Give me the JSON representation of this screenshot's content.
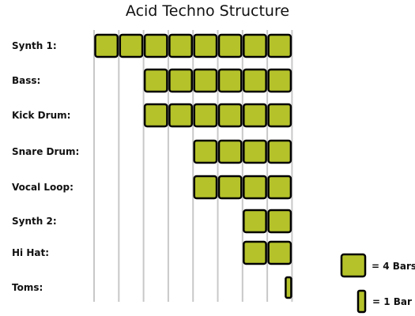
{
  "title": "Acid Techno Structure",
  "total_blocks": 8,
  "colors": {
    "fill": "#b5c22a",
    "stroke": "#000000",
    "grid": "#c8c8c8"
  },
  "rows": [
    {
      "label": "Synth 1:",
      "start": 0,
      "blocks": 8,
      "bars": 0
    },
    {
      "label": "Bass:",
      "start": 2,
      "blocks": 6,
      "bars": 0
    },
    {
      "label": "Kick Drum:",
      "start": 2,
      "blocks": 6,
      "bars": 0
    },
    {
      "label": "Snare Drum:",
      "start": 4,
      "blocks": 4,
      "bars": 0
    },
    {
      "label": "Vocal Loop:",
      "start": 4,
      "blocks": 4,
      "bars": 0
    },
    {
      "label": "Synth 2:",
      "start": 6,
      "blocks": 2,
      "bars": 0
    },
    {
      "label": "Hi Hat:",
      "start": 6,
      "blocks": 2,
      "bars": 0
    },
    {
      "label": "Toms:",
      "start": 8,
      "blocks": 0,
      "bars": 1
    }
  ],
  "legend": {
    "block_label": "= 4 Bars",
    "bar_label": "= 1 Bar"
  }
}
